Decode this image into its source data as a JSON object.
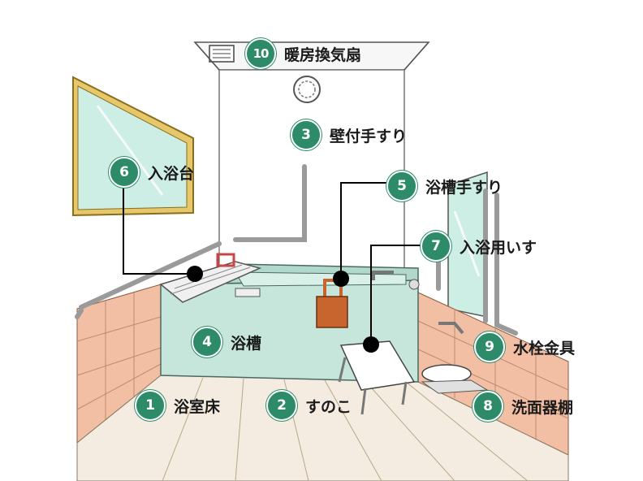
{
  "labels": [
    {
      "num": "1",
      "text": "浴室床"
    },
    {
      "num": "2",
      "text": "すのこ"
    },
    {
      "num": "3",
      "text": "壁付手すり"
    },
    {
      "num": "4",
      "text": "浴槽"
    },
    {
      "num": "5",
      "text": "浴槽手すり"
    },
    {
      "num": "6",
      "text": "入浴台"
    },
    {
      "num": "7",
      "text": "入浴用いす"
    },
    {
      "num": "8",
      "text": "洗面器棚"
    },
    {
      "num": "9",
      "text": "水栓金具"
    },
    {
      "num": "10",
      "text": "暖房換気扇"
    }
  ],
  "colors": {
    "badge": "#2e8b6a",
    "tile": "#f2bfa4",
    "tub": "#c6e6db",
    "mirror": "#cdeee4",
    "frame": "#e6c86a",
    "wood": "#f4ece0",
    "stool": "#c8642e"
  }
}
